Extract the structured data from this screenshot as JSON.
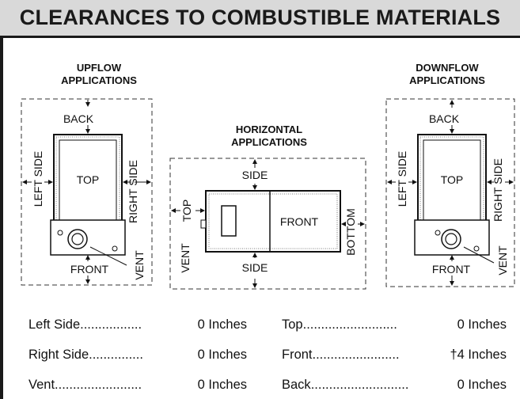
{
  "title": "CLEARANCES TO COMBUSTIBLE MATERIALS",
  "upflow": {
    "heading_line1": "UPFLOW",
    "heading_line2": "APPLICATIONS",
    "back": "BACK",
    "top": "TOP",
    "left_side": "LEFT SIDE",
    "right_side": "RIGHT SIDE",
    "front": "FRONT",
    "vent": "VENT"
  },
  "horizontal": {
    "heading_line1": "HORIZONTAL",
    "heading_line2": "APPLICATIONS",
    "side_top": "SIDE",
    "side_bottom": "SIDE",
    "top": "TOP",
    "front": "FRONT",
    "bottom": "BOTTOM",
    "vent": "VENT"
  },
  "downflow": {
    "heading_line1": "DOWNFLOW",
    "heading_line2": "APPLICATIONS",
    "back": "BACK",
    "top": "TOP",
    "left_side": "LEFT SIDE",
    "right_side": "RIGHT SIDE",
    "front": "FRONT",
    "vent": "VENT"
  },
  "clearances": [
    {
      "left_label": "Left Side",
      "left_dots": ".................",
      "left_value": "0 Inches",
      "right_label": "Top",
      "right_dots": "..........................",
      "right_value": "0 Inches"
    },
    {
      "left_label": "Right Side",
      "left_dots": "...............",
      "left_value": "0 Inches",
      "right_label": "Front",
      "right_dots": "........................",
      "right_value": "†4 Inches"
    },
    {
      "left_label": "Vent",
      "left_dots": "........................",
      "left_value": "0 Inches",
      "right_label": "Back",
      "right_dots": "...........................",
      "right_value": "0 Inches"
    }
  ]
}
